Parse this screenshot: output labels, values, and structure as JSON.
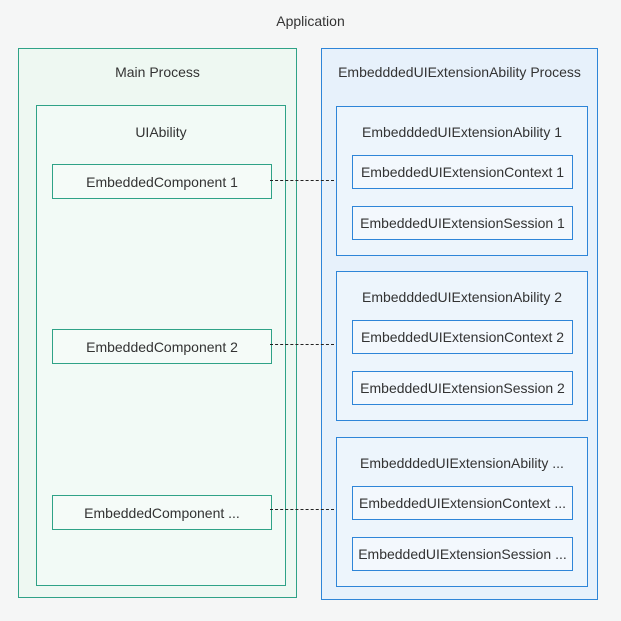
{
  "title": "Application",
  "colors": {
    "background": "#f5f6f6",
    "green_border": "#2fa287",
    "green_fill": "#f2faf6",
    "blue_border": "#2e85d8",
    "blue_fill": "#edf5fc",
    "text": "#333333",
    "connector": "#222222"
  },
  "main_process": {
    "label": "Main Process",
    "uiability": {
      "label": "UIAbility",
      "components": [
        {
          "label": "EmbeddedComponent 1"
        },
        {
          "label": "EmbeddedComponent 2"
        },
        {
          "label": "EmbeddedComponent ..."
        }
      ]
    }
  },
  "extension_process": {
    "label": "EmbedddedUIExtensionAbility Process",
    "abilities": [
      {
        "label": "EmbedddedUIExtensionAbility 1",
        "context": "EmbeddedUIExtensionContext 1",
        "session": "EmbeddedUIExtensionSession 1"
      },
      {
        "label": "EmbedddedUIExtensionAbility 2",
        "context": "EmbeddedUIExtensionContext 2",
        "session": "EmbeddedUIExtensionSession 2"
      },
      {
        "label": "EmbedddedUIExtensionAbility ...",
        "context": "EmbeddedUIExtensionContext ...",
        "session": "EmbeddedUIExtensionSession ..."
      }
    ]
  },
  "connectors": [
    {
      "from": "EmbeddedComponent 1",
      "to": "EmbedddedUIExtensionAbility 1",
      "style": "dashed"
    },
    {
      "from": "EmbeddedComponent 2",
      "to": "EmbedddedUIExtensionAbility 2",
      "style": "dashed"
    },
    {
      "from": "EmbeddedComponent ...",
      "to": "EmbedddedUIExtensionAbility ...",
      "style": "dashed"
    }
  ]
}
